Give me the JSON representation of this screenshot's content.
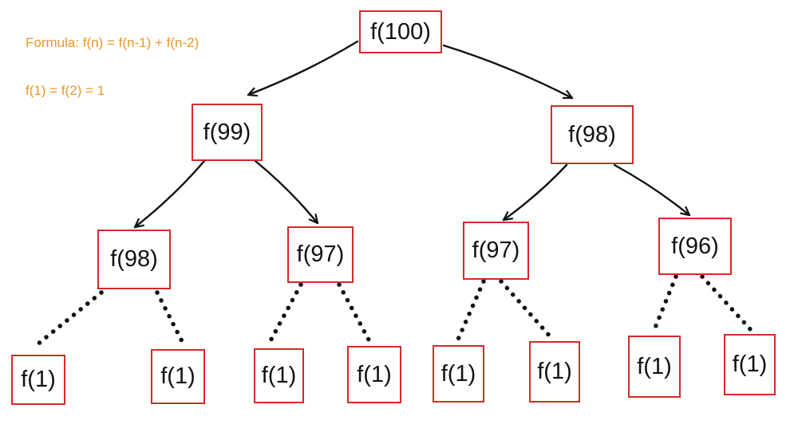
{
  "notes": {
    "formula": "Formula: f(n) = f(n-1) + f(n-2)",
    "base_case": "f(1) = f(2) = 1"
  },
  "colors": {
    "note_text": "#e8962a",
    "node_border": "#d42a2a",
    "edge": "#111111"
  },
  "nodes": {
    "root": "f(100)",
    "l1_left": "f(99)",
    "l1_right": "f(98)",
    "l2_a": "f(98)",
    "l2_b": "f(97)",
    "l2_c": "f(97)",
    "l2_d": "f(96)",
    "leaf_1": "f(1)",
    "leaf_2": "f(1)",
    "leaf_3": "f(1)",
    "leaf_4": "f(1)",
    "leaf_5": "f(1)",
    "leaf_6": "f(1)",
    "leaf_7": "f(1)",
    "leaf_8": "f(1)"
  },
  "edges": [
    {
      "from": "root",
      "to": "l1_left",
      "style": "arrow"
    },
    {
      "from": "root",
      "to": "l1_right",
      "style": "arrow"
    },
    {
      "from": "l1_left",
      "to": "l2_a",
      "style": "arrow"
    },
    {
      "from": "l1_left",
      "to": "l2_b",
      "style": "arrow"
    },
    {
      "from": "l1_right",
      "to": "l2_c",
      "style": "arrow"
    },
    {
      "from": "l1_right",
      "to": "l2_d",
      "style": "arrow"
    },
    {
      "from": "l2_a",
      "to": "leaf_1",
      "style": "dotted"
    },
    {
      "from": "l2_a",
      "to": "leaf_2",
      "style": "dotted"
    },
    {
      "from": "l2_b",
      "to": "leaf_3",
      "style": "dotted"
    },
    {
      "from": "l2_b",
      "to": "leaf_4",
      "style": "dotted"
    },
    {
      "from": "l2_c",
      "to": "leaf_5",
      "style": "dotted"
    },
    {
      "from": "l2_c",
      "to": "leaf_6",
      "style": "dotted"
    },
    {
      "from": "l2_d",
      "to": "leaf_7",
      "style": "dotted"
    },
    {
      "from": "l2_d",
      "to": "leaf_8",
      "style": "dotted"
    }
  ]
}
